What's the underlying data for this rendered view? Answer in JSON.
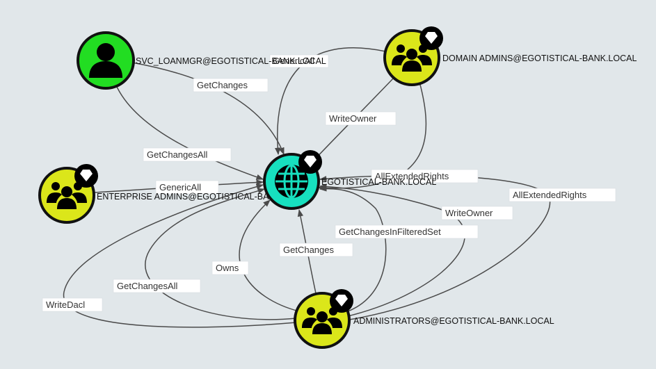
{
  "graph": {
    "nodes": {
      "svc_loanmgr": {
        "label": "SVC_LOANMGR@EGOTISTICAL-BANK.LOCAL",
        "type": "user",
        "color": "#22dd22",
        "icon": "user-icon",
        "high_value": false
      },
      "domain_admins": {
        "label": "DOMAIN ADMINS@EGOTISTICAL-BANK.LOCAL",
        "type": "group",
        "color": "#dbe61a",
        "icon": "group-icon",
        "high_value": true
      },
      "enterprise_admins": {
        "label": "ENTERPRISE ADMINS@EGOTISTICAL-BANK.LOCAL",
        "type": "group",
        "color": "#dbe61a",
        "icon": "group-icon",
        "high_value": true
      },
      "domain": {
        "label": "EGOTISTICAL-BANK.LOCAL",
        "type": "domain",
        "color": "#17e0bf",
        "icon": "globe-icon",
        "high_value": true
      },
      "administrators": {
        "label": "ADMINISTRATORS@EGOTISTICAL-BANK.LOCAL",
        "type": "group",
        "color": "#dbe61a",
        "icon": "group-icon",
        "high_value": true
      }
    },
    "high_value_icon": "diamond-icon",
    "edges": {
      "svc_getchanges": {
        "label": "GetChanges",
        "from": "SVC_LOANMGR@EGOTISTICAL-BANK.LOCAL",
        "to": "EGOTISTICAL-BANK.LOCAL"
      },
      "svc_getchangesall": {
        "label": "GetChangesAll",
        "from": "SVC_LOANMGR@EGOTISTICAL-BANK.LOCAL",
        "to": "EGOTISTICAL-BANK.LOCAL"
      },
      "da_writeowner": {
        "label": "WriteOwner",
        "from": "DOMAIN ADMINS@EGOTISTICAL-BANK.LOCAL",
        "to": "EGOTISTICAL-BANK.LOCAL"
      },
      "da_genericall": {
        "label": "GenericAll",
        "from": "DOMAIN ADMINS@EGOTISTICAL-BANK.LOCAL",
        "to": "EGOTISTICAL-BANK.LOCAL"
      },
      "da_allextendedrights": {
        "label": "AllExtendedRights",
        "from": "DOMAIN ADMINS@EGOTISTICAL-BANK.LOCAL",
        "to": "EGOTISTICAL-BANK.LOCAL"
      },
      "ea_genericall": {
        "label": "GenericAll",
        "from": "ENTERPRISE ADMINS@EGOTISTICAL-BANK.LOCAL",
        "to": "EGOTISTICAL-BANK.LOCAL"
      },
      "adm_getchanges": {
        "label": "GetChanges",
        "from": "ADMINISTRATORS@EGOTISTICAL-BANK.LOCAL",
        "to": "EGOTISTICAL-BANK.LOCAL"
      },
      "adm_owns": {
        "label": "Owns",
        "from": "ADMINISTRATORS@EGOTISTICAL-BANK.LOCAL",
        "to": "EGOTISTICAL-BANK.LOCAL"
      },
      "adm_getchangesall": {
        "label": "GetChangesAll",
        "from": "ADMINISTRATORS@EGOTISTICAL-BANK.LOCAL",
        "to": "EGOTISTICAL-BANK.LOCAL"
      },
      "adm_writedacl": {
        "label": "WriteDacl",
        "from": "ADMINISTRATORS@EGOTISTICAL-BANK.LOCAL",
        "to": "EGOTISTICAL-BANK.LOCAL"
      },
      "adm_getchangesinfilteredset": {
        "label": "GetChangesInFilteredSet",
        "from": "ADMINISTRATORS@EGOTISTICAL-BANK.LOCAL",
        "to": "EGOTISTICAL-BANK.LOCAL"
      },
      "adm_writeowner": {
        "label": "WriteOwner",
        "from": "ADMINISTRATORS@EGOTISTICAL-BANK.LOCAL",
        "to": "EGOTISTICAL-BANK.LOCAL"
      },
      "adm_allextendedrights": {
        "label": "AllExtendedRights",
        "from": "ADMINISTRATORS@EGOTISTICAL-BANK.LOCAL",
        "to": "EGOTISTICAL-BANK.LOCAL"
      }
    }
  }
}
